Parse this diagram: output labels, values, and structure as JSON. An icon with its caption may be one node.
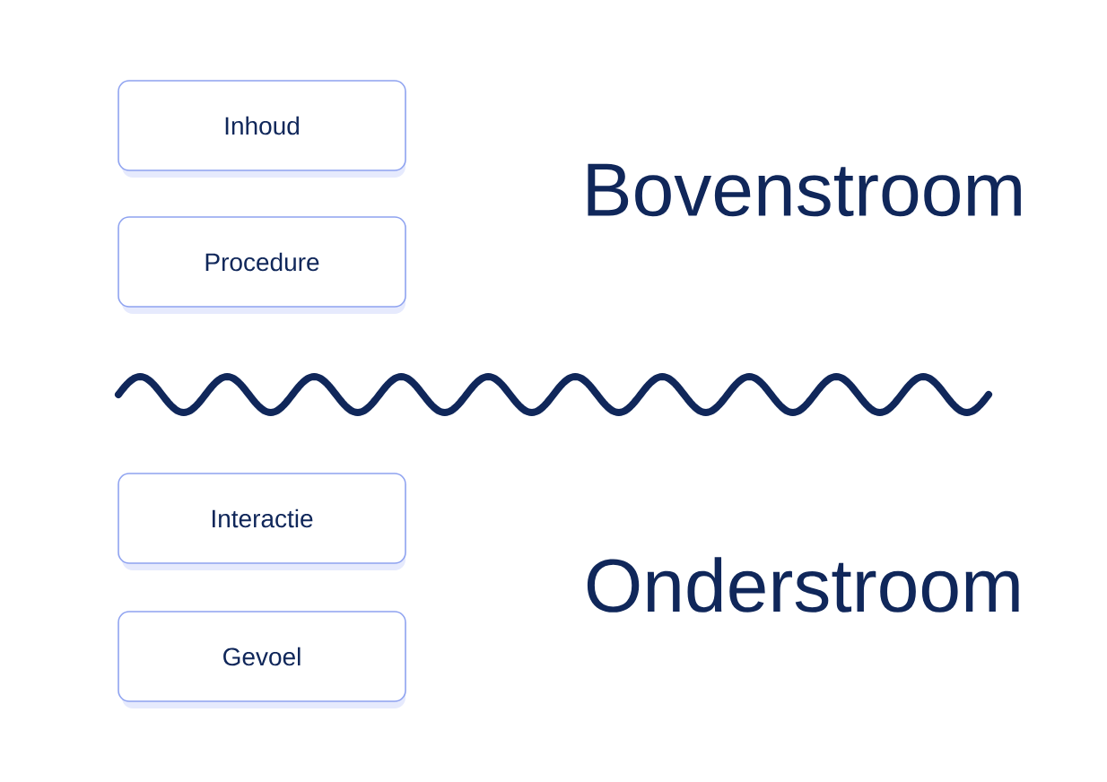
{
  "diagram": {
    "nodes": [
      {
        "text": [
          "Inhoud"
        ]
      },
      {
        "text": [
          "Procedure"
        ]
      },
      {
        "text": [
          "Interactie"
        ]
      },
      {
        "text": [
          "Gevoel"
        ]
      }
    ],
    "labels": [
      "Bovenstroom",
      "Onderstroom"
    ]
  }
}
